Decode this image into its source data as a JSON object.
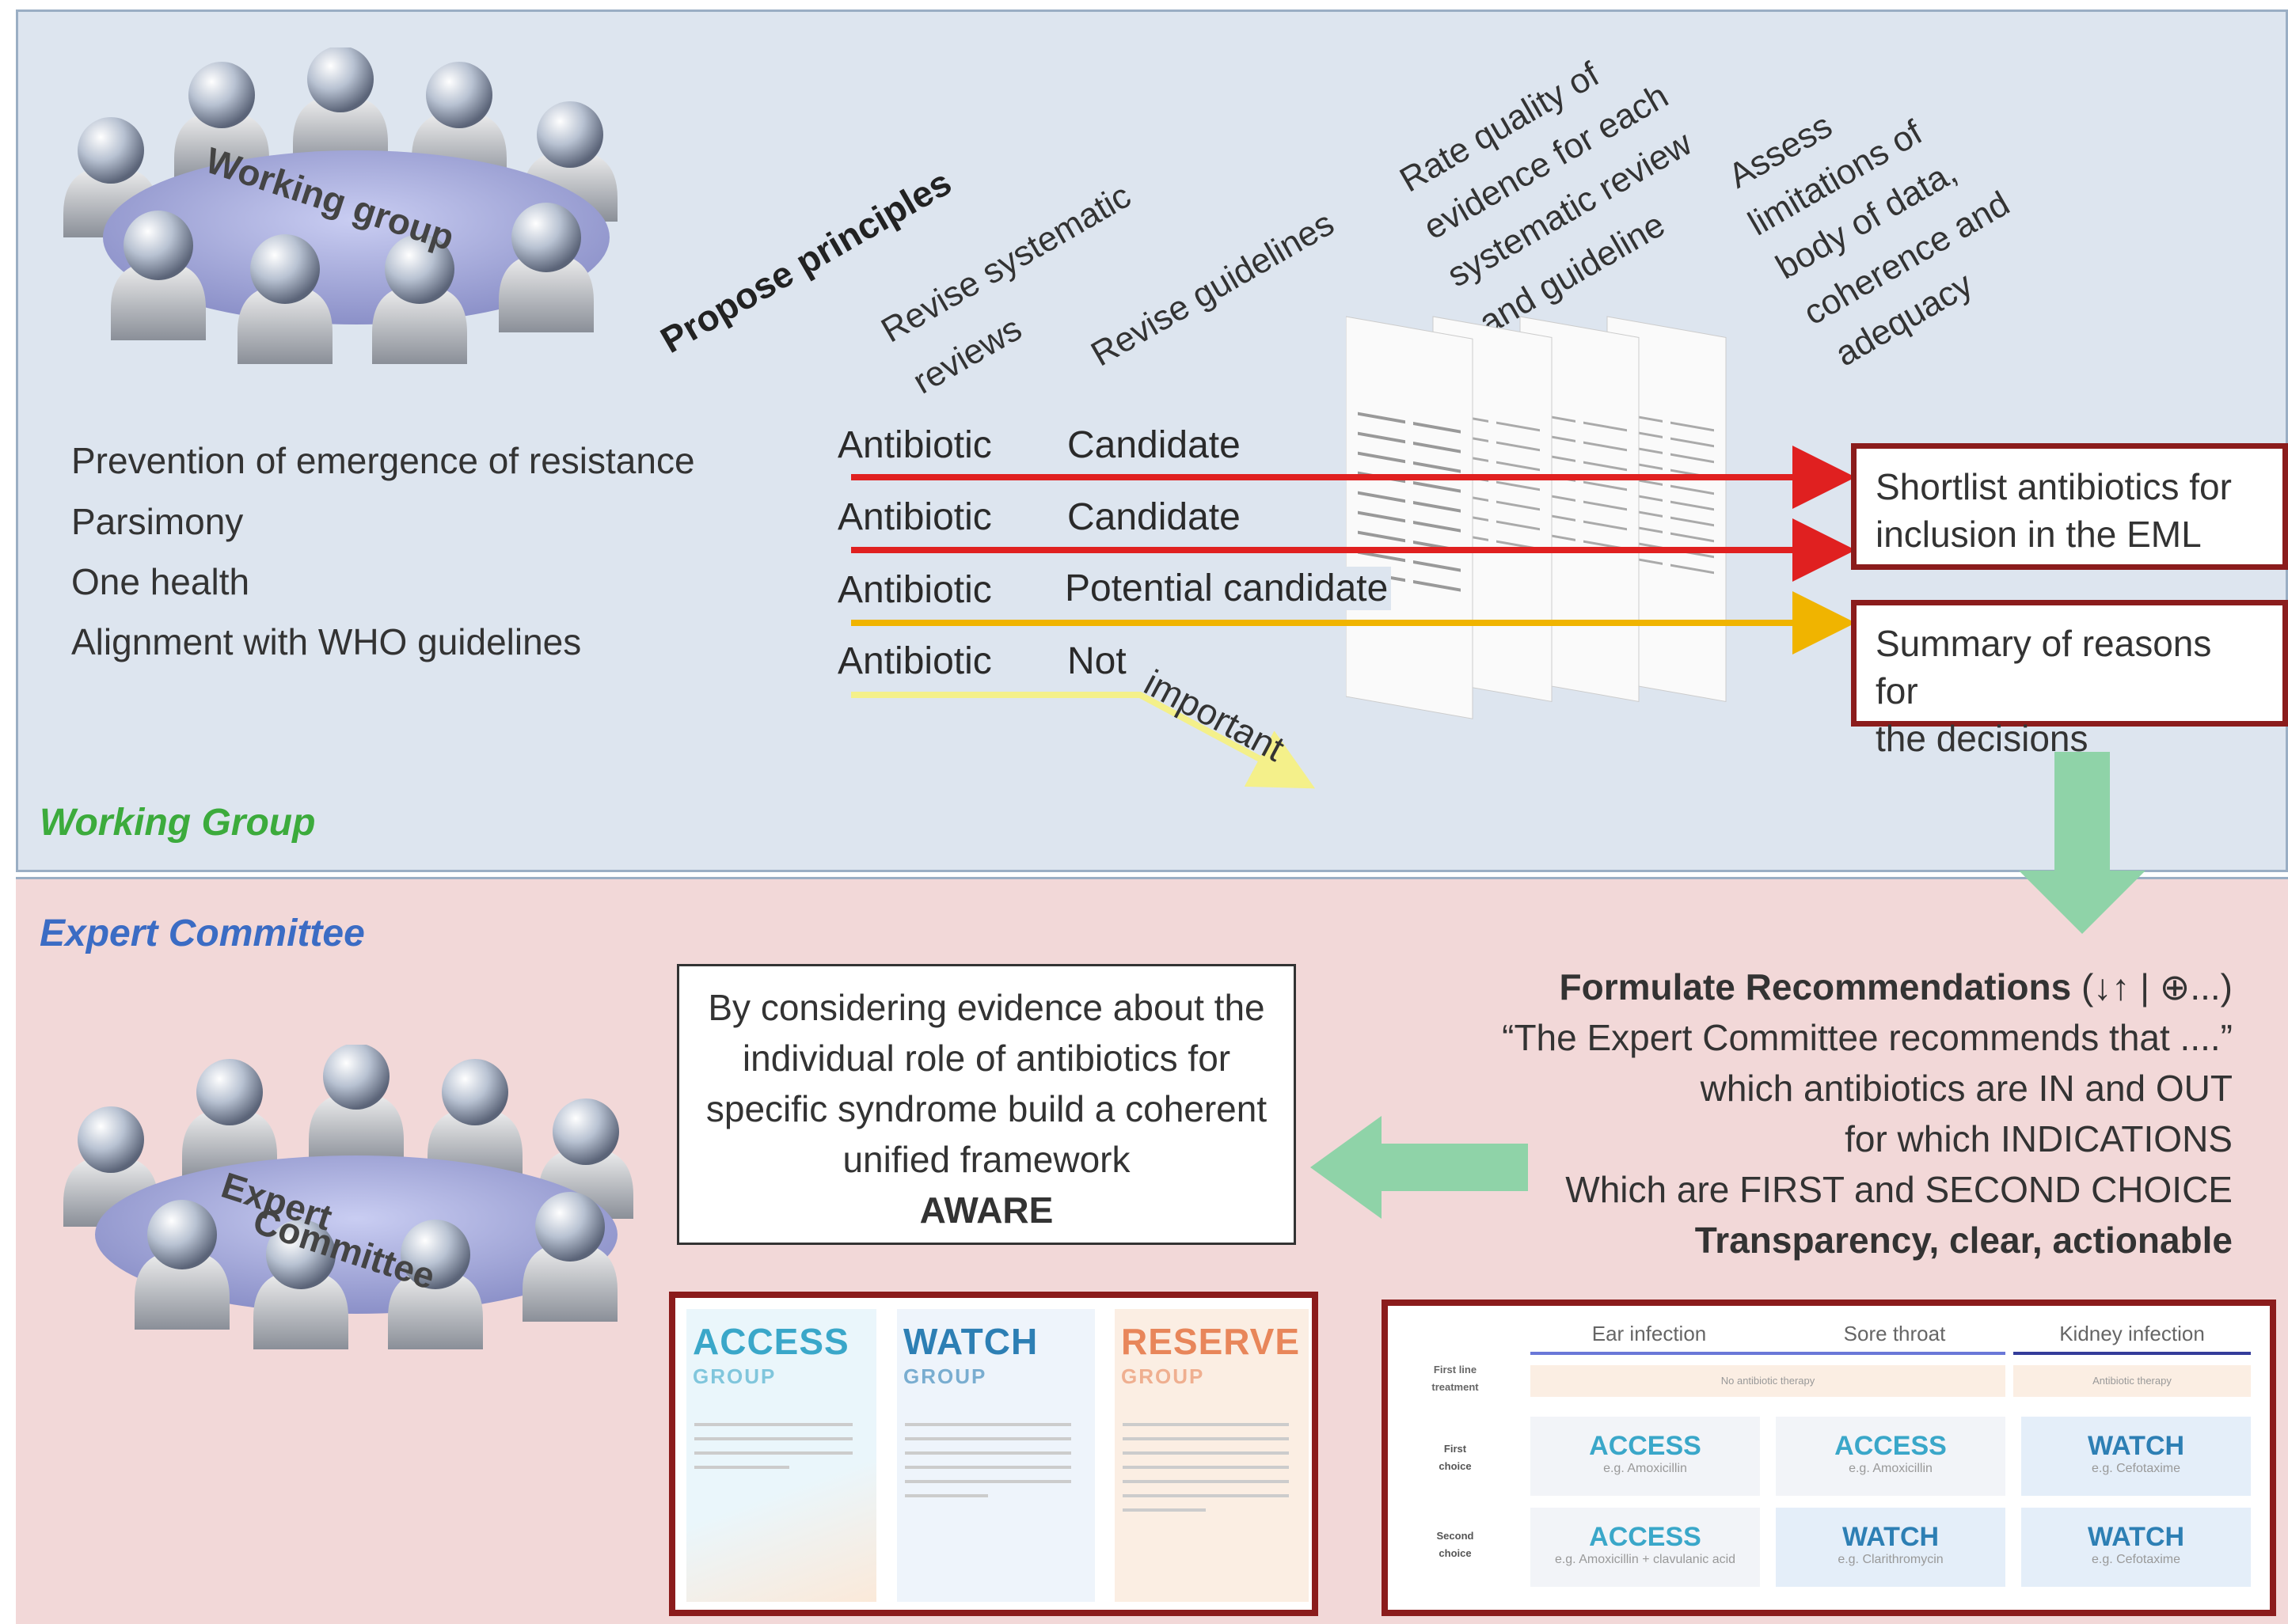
{
  "working_group": {
    "panel_label": "Working Group",
    "icon_label": "Working group",
    "principles": [
      "Prevention of emergence of resistance",
      "Parsimony",
      "One health",
      "Alignment with WHO guidelines"
    ],
    "steps": {
      "propose": "Propose principles",
      "revise_sr_1": "Revise systematic",
      "revise_sr_2": "reviews",
      "revise_guidelines": "Revise guidelines",
      "rate_1": "Rate quality of",
      "rate_2": "evidence for each",
      "rate_3": "systematic review",
      "rate_4": "and guideline",
      "assess_1": "Assess",
      "assess_2": "limitations of",
      "assess_3": "body of data,",
      "assess_4": "coherence and",
      "assess_5": "adequacy"
    },
    "rows": [
      {
        "left": "Antibiotic",
        "right": "Candidate",
        "color": "#e02020"
      },
      {
        "left": "Antibiotic",
        "right": "Candidate",
        "color": "#e02020"
      },
      {
        "left": "Antibiotic",
        "right": "Potential candidate",
        "color": "#f0b400"
      },
      {
        "left": "Antibiotic",
        "right": "Not",
        "color": "#f4f08a"
      }
    ],
    "important_label": "important",
    "outputs": {
      "shortlist": [
        "Shortlist antibiotics for",
        "inclusion in the EML"
      ],
      "summary": [
        "Summary of reasons for",
        "the decisions"
      ]
    }
  },
  "expert_committee": {
    "panel_label": "Expert Committee",
    "icon_label_1": "Expert",
    "icon_label_2": "Committee",
    "recommendations": {
      "title": "Formulate Recommendations",
      "symbols": "(↓↑ | ⊕...)",
      "line1": "“The Expert Committee recommends that ....”",
      "line2": "which antibiotics are IN and OUT",
      "line3": "for which INDICATIONS",
      "line4": "Which are FIRST and SECOND CHOICE",
      "line5": "Transparency, clear, actionable"
    },
    "aware_box": {
      "line1": "By considering evidence about the",
      "line2": "individual role of antibiotics for",
      "line3": "specific syndrome build a coherent",
      "line4": "unified framework",
      "line5": "AWARE"
    },
    "groups": [
      {
        "title": "ACCESS",
        "sub": "GROUP",
        "color": "#3aa7c9"
      },
      {
        "title": "WATCH",
        "sub": "GROUP",
        "color": "#2d7fb4"
      },
      {
        "title": "RESERVE",
        "sub": "GROUP",
        "color": "#e8865a"
      }
    ],
    "table": {
      "columns": [
        "Ear infection",
        "Sore throat",
        "Kidney infection"
      ],
      "first_line_label": "First line treatment",
      "first_line_values": [
        "No antibiotic therapy",
        "Antibiotic therapy"
      ],
      "rows": [
        {
          "label": "First choice",
          "cells": [
            {
              "group": "ACCESS",
              "eg": "e.g. Amoxicillin"
            },
            {
              "group": "ACCESS",
              "eg": "e.g. Amoxicillin"
            },
            {
              "group": "WATCH",
              "eg": "e.g. Cefotaxime"
            }
          ]
        },
        {
          "label": "Second choice",
          "cells": [
            {
              "group": "ACCESS",
              "eg": "e.g. Amoxicillin + clavulanic acid"
            },
            {
              "group": "WATCH",
              "eg": "e.g. Clarithromycin"
            },
            {
              "group": "WATCH",
              "eg": "e.g. Cefotaxime"
            }
          ]
        }
      ]
    }
  },
  "colors": {
    "top_bg": "#dde5ef",
    "bottom_bg": "#f2d8d8",
    "working_group_label": "#3cab3c",
    "expert_label": "#3b6cc4",
    "dark_red": "#8b1c1c",
    "green_arrow": "#8fd3a8"
  }
}
